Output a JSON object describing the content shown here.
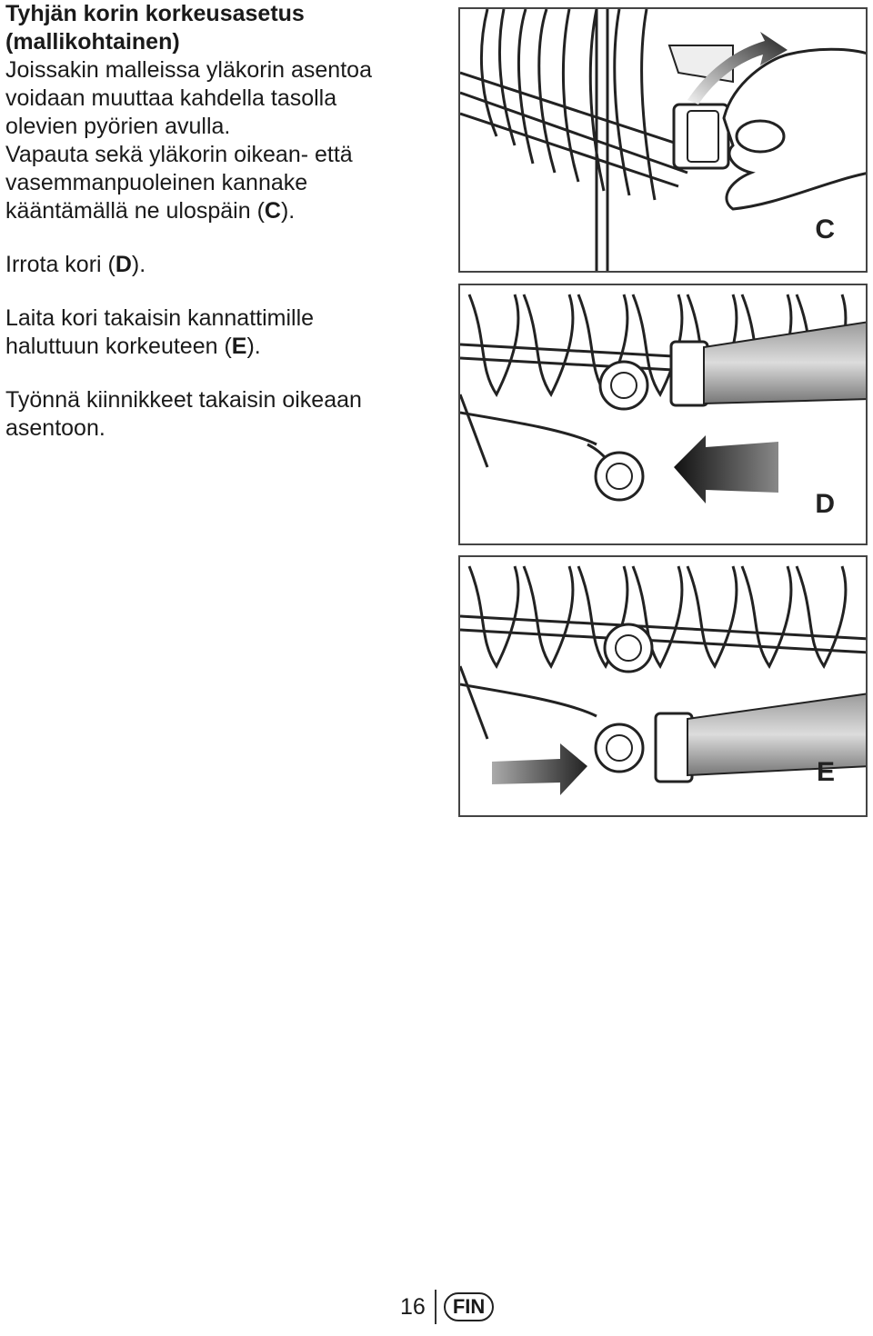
{
  "instructions": {
    "heading_line1": "Tyhjän korin korkeusasetus",
    "heading_line2": "(mallikohtainen)",
    "para1": [
      "Joissakin malleissa yläkorin asentoa",
      "voidaan muuttaa kahdella tasolla",
      "olevien pyörien avulla."
    ],
    "para2_lines": [
      "Vapauta sekä yläkorin oikean- että",
      "vasemmanpuoleinen kannake"
    ],
    "para2_last_prefix": "kääntämällä ne ulospäin (",
    "para2_last_letter": "C",
    "para2_last_suffix": ").",
    "para3_prefix": "Irrota kori (",
    "para3_letter": "D",
    "para3_suffix": ").",
    "para4_line1": "Laita kori takaisin kannattimille",
    "para4_prefix": "haluttuun korkeuteen (",
    "para4_letter": "E",
    "para4_suffix": ").",
    "para5": [
      "Työnnä kiinnikkeet takaisin oikeaan",
      "asentoon."
    ]
  },
  "figures": {
    "c_label": "C",
    "d_label": "D",
    "e_label": "E"
  },
  "footer": {
    "page_number": "16",
    "language": "FIN"
  }
}
